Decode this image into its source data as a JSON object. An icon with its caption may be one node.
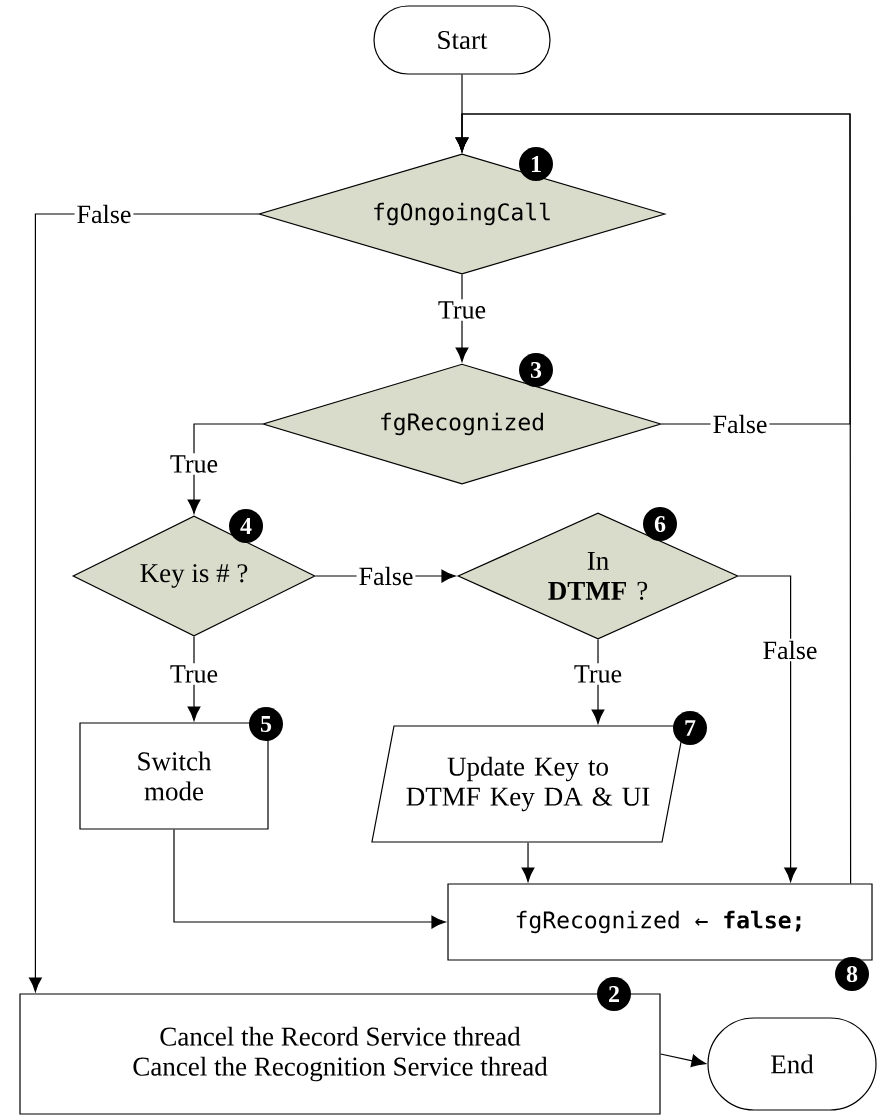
{
  "diagram": {
    "nodes": [
      {
        "text": [
          "Start"
        ]
      },
      {
        "text": [
          "fgOngoingCall"
        ]
      },
      {
        "text": [
          "fgRecognized"
        ]
      },
      {
        "text": [
          "Key is # ?"
        ]
      },
      {
        "text": [
          "In **DTMF** ?"
        ]
      },
      {
        "text": [
          "Switch mode"
        ]
      },
      {
        "text": [
          "Update Key to DTMF Key DA & UI"
        ]
      },
      {
        "text": [
          "fgRecognized ← **false;**"
        ]
      },
      {
        "text": [
          "Cancel the Record Service thread",
          "Cancel the Recognition Service thread"
        ]
      },
      {
        "text": [
          "End"
        ]
      }
    ],
    "edges": [
      {
        "from": 0,
        "to": 1,
        "arrow": "to"
      },
      {
        "from": 1,
        "to": 2,
        "arrow": "to",
        "label": "True"
      },
      {
        "from": 1,
        "to": 8,
        "arrow": "to",
        "label": "False"
      },
      {
        "from": 2,
        "to": 3,
        "arrow": "to",
        "label": "True"
      },
      {
        "from": 2,
        "to": 1,
        "arrow": "to",
        "label": "False"
      },
      {
        "from": 3,
        "to": 4,
        "arrow": "to",
        "label": "False"
      },
      {
        "from": 3,
        "to": 5,
        "arrow": "to",
        "label": "True"
      },
      {
        "from": 4,
        "to": 6,
        "arrow": "to",
        "label": "True"
      },
      {
        "from": 4,
        "to": 7,
        "arrow": "to",
        "label": "False"
      },
      {
        "from": 5,
        "to": 7,
        "arrow": "to"
      },
      {
        "from": 6,
        "to": 7,
        "arrow": "to"
      },
      {
        "from": 7,
        "to": 1,
        "arrow": "to"
      },
      {
        "from": 8,
        "to": 9,
        "arrow": "to"
      }
    ],
    "labels": [
      "1",
      "3",
      "4",
      "6",
      "5",
      "7",
      "8",
      "2"
    ]
  }
}
